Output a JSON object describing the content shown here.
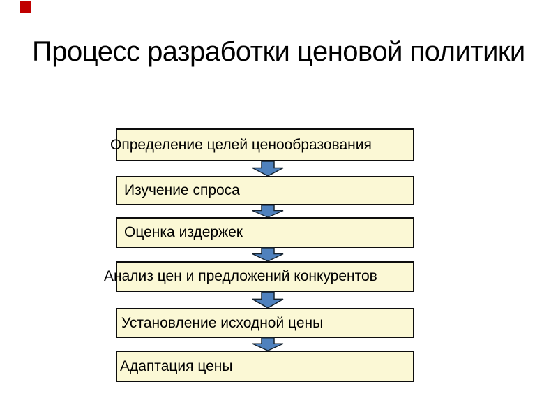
{
  "slide": {
    "title": "Процесс разработки ценовой политики",
    "colors": {
      "background": "#ffffff",
      "accent_square": "#c00000",
      "box_fill": "#fbf8d5",
      "box_border": "#0d0d0d",
      "arrow_fill": "#4f81bd",
      "arrow_stroke": "#15222e",
      "title_color": "#000000",
      "step_text_color": "#000000"
    },
    "steps": [
      {
        "label": "Определение целей ценообразования"
      },
      {
        "label": "Изучение спроса"
      },
      {
        "label": "Оценка издержек"
      },
      {
        "label": "Анализ цен и предложений конкурентов"
      },
      {
        "label": "Установление исходной цены"
      },
      {
        "label": "Адаптация цены"
      }
    ]
  }
}
